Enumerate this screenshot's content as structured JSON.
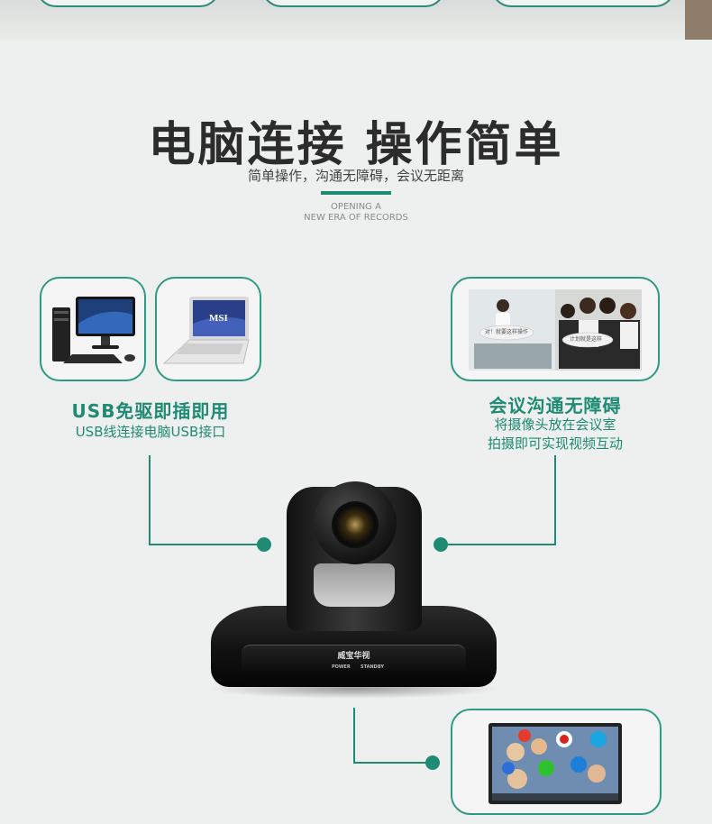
{
  "page": {
    "title": "电脑连接 操作简单",
    "subtitle": "简单操作，沟通无障碍，会议无距离",
    "opening_line1": "OPENING A",
    "opening_line2": "NEW ERA OF RECORDS"
  },
  "left_feature": {
    "heading": "USB免驱即插即用",
    "line1": "USB线连接电脑USB接口",
    "laptop_logo": "MSI"
  },
  "right_feature": {
    "heading": "会议沟通无障碍",
    "line1": "将摄像头放在会议室",
    "line2": "拍摄即可实现视频互动",
    "bubble1": "对！就要这样操作",
    "bubble2": "计划就是这样"
  },
  "camera": {
    "brand": "威宝华视",
    "power_label": "POWER",
    "standby_label": "STANDBY"
  },
  "colors": {
    "accent": "#1f8b73",
    "title": "#2c2c2c",
    "background": "#eef0ef"
  }
}
